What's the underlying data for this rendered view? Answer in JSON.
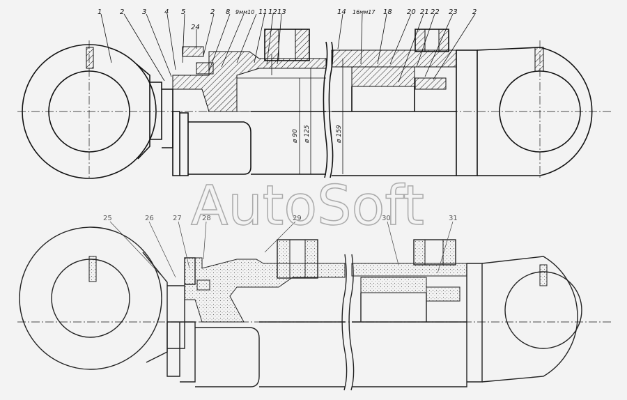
{
  "watermark": "AutoSoft",
  "top_view": {
    "callouts": [
      "1",
      "2",
      "3",
      "4",
      "5",
      "24",
      "2",
      "8",
      "9мм10",
      "11",
      "12",
      "13",
      "14",
      "16мм17",
      "18",
      "20",
      "21",
      "22",
      "23",
      "2"
    ],
    "dimensions": [
      "ø 90",
      "ø 125",
      "ø 159"
    ]
  },
  "bottom_view": {
    "callouts": [
      "25",
      "26",
      "27",
      "28",
      "29",
      "30",
      "31"
    ]
  }
}
